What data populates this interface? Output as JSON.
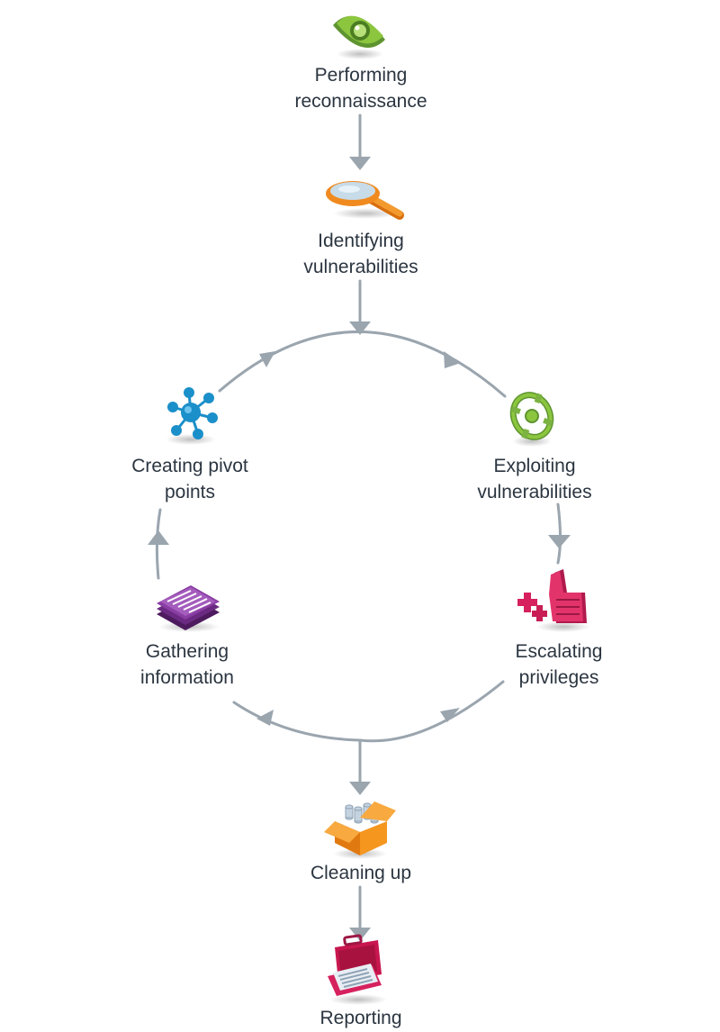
{
  "colors": {
    "connector": "#9aa5ae",
    "text": "#2b3540",
    "eye_green": "#6aa33a",
    "magnifier_orange": "#f08a1f",
    "target_green": "#7bb241",
    "hand_magenta": "#d6215e",
    "docs_purple": "#7a2f8f",
    "network_blue": "#1b8fc9",
    "box_orange": "#f5961f",
    "briefcase_red": "#c8174f"
  },
  "steps": {
    "recon": {
      "label": "Performing\nreconnaissance",
      "icon": "eye-icon"
    },
    "identify": {
      "label": "Identifying\nvulnerabilities",
      "icon": "magnifying-glass-icon"
    },
    "exploit": {
      "label": "Exploiting\nvulnerabilities",
      "icon": "target-icon"
    },
    "escalate": {
      "label": "Escalating\nprivileges",
      "icon": "thumbs-up-plus-icon"
    },
    "gather": {
      "label": "Gathering\ninformation",
      "icon": "document-stack-icon"
    },
    "pivot": {
      "label": "Creating pivot\npoints",
      "icon": "network-nodes-icon"
    },
    "clean": {
      "label": "Cleaning up",
      "icon": "open-box-icon"
    },
    "report": {
      "label": "Reporting",
      "icon": "briefcase-report-icon"
    }
  }
}
